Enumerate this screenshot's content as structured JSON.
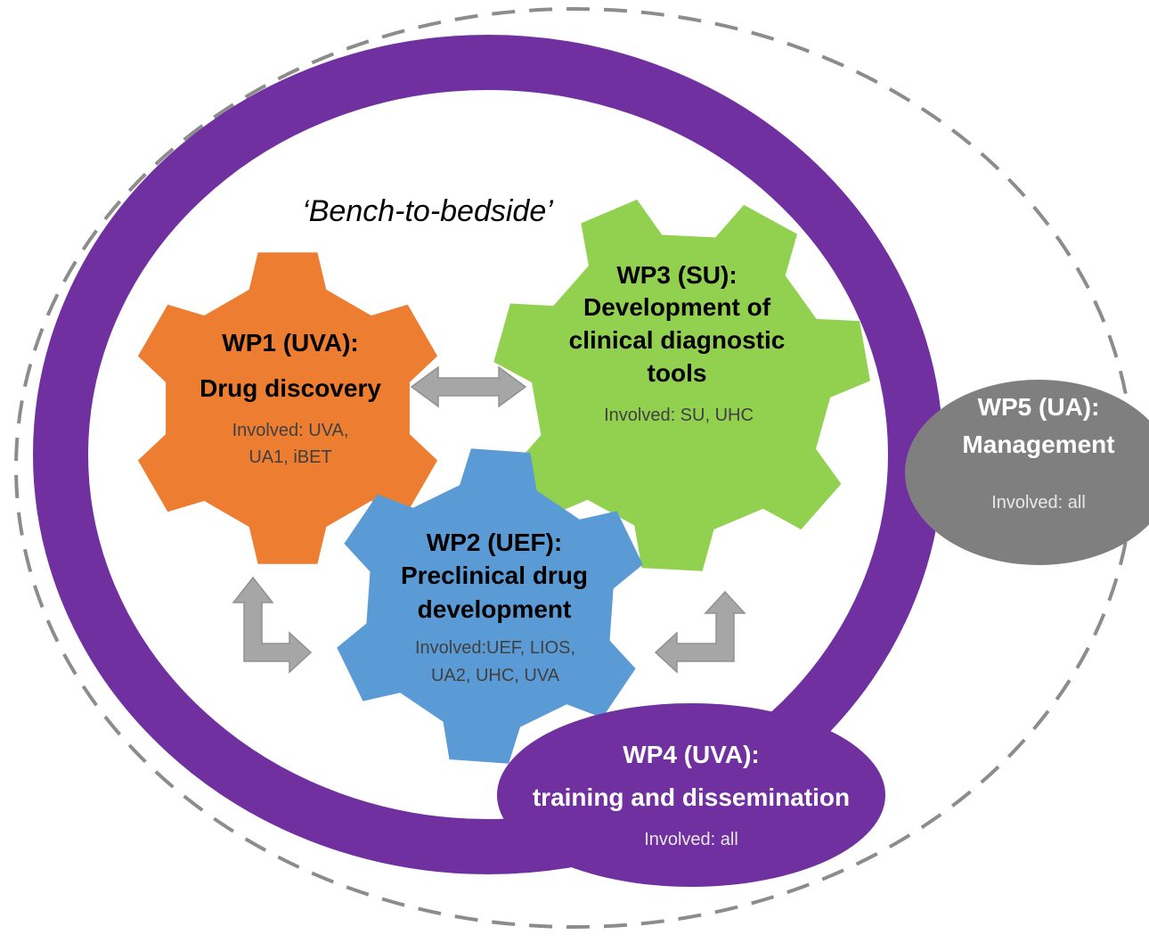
{
  "tagline": "‘Bench-to-bedside’",
  "colors": {
    "ring": "#7030A0",
    "dashed_outline": "#8c8c8c",
    "wp1": "#ED7D31",
    "wp2": "#5B9BD5",
    "wp3": "#92D050",
    "wp4": "#7030A0",
    "wp5": "#7f7f7f",
    "arrow": "#a6a6a6",
    "arrow_stroke": "#909090",
    "dark_text": "#000000",
    "body_text": "#404040",
    "light_text": "#ffffff",
    "muted_light_text": "#e8e8e8"
  },
  "wp1": {
    "title": "WP1 (UVA):",
    "subtitle": "Drug discovery",
    "involved_1": "Involved: UVA,",
    "involved_2": "UA1, iBET"
  },
  "wp2": {
    "title": "WP2 (UEF):",
    "subtitle_1": "Preclinical drug",
    "subtitle_2": "development",
    "involved_1": "Involved:UEF, LIOS,",
    "involved_2": "UA2, UHC, UVA"
  },
  "wp3": {
    "title": "WP3 (SU):",
    "subtitle_1": "Development of",
    "subtitle_2": "clinical diagnostic",
    "subtitle_3": "tools",
    "involved": "Involved:  SU, UHC"
  },
  "wp4": {
    "title": "WP4 (UVA):",
    "subtitle": "training and dissemination",
    "involved": "Involved: all"
  },
  "wp5": {
    "title": "WP5 (UA):",
    "subtitle": "Management",
    "involved": "Involved: all"
  }
}
